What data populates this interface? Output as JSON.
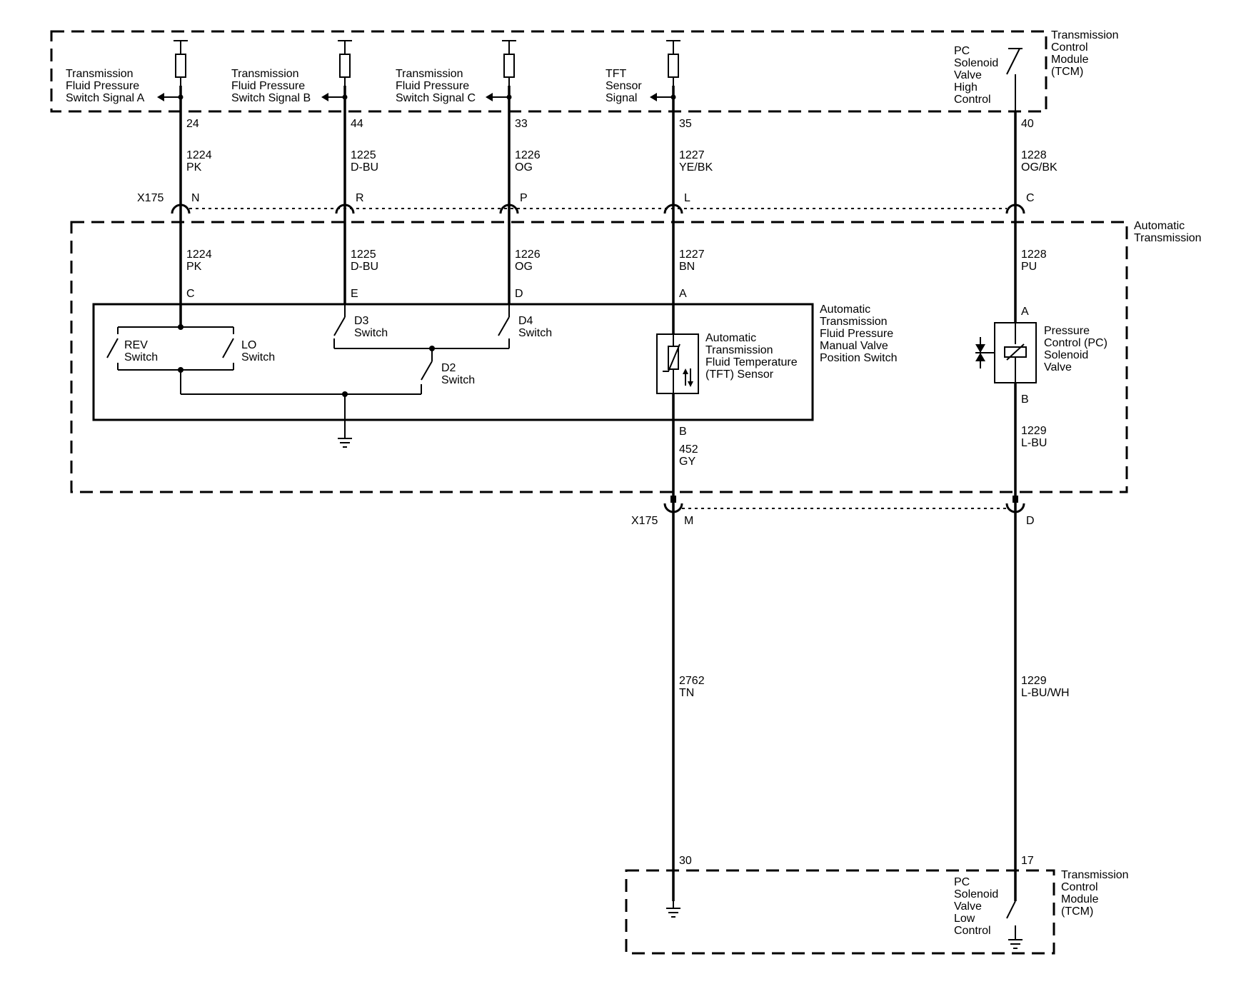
{
  "modules": {
    "tcm_top": [
      "Transmission",
      "Control",
      "Module",
      "(TCM)"
    ],
    "tcm_bottom": [
      "Transmission",
      "Control",
      "Module",
      "(TCM)"
    ],
    "auto_trans": [
      "Automatic",
      "Transmission"
    ],
    "valve_switch": [
      "Automatic",
      "Transmission",
      "Fluid Pressure",
      "Manual Valve",
      "Position Switch"
    ]
  },
  "signals": {
    "a": [
      "Transmission",
      "Fluid Pressure",
      "Switch Signal A"
    ],
    "b": [
      "Transmission",
      "Fluid Pressure",
      "Switch Signal B"
    ],
    "c": [
      "Transmission",
      "Fluid Pressure",
      "Switch Signal C"
    ],
    "tft": [
      "TFT",
      "Sensor",
      "Signal"
    ],
    "pc_high": [
      "PC",
      "Solenoid",
      "Valve",
      "High",
      "Control"
    ],
    "pc_low": [
      "PC",
      "Solenoid",
      "Valve",
      "Low",
      "Control"
    ]
  },
  "connector": {
    "name": "X175"
  },
  "pins": {
    "tcm_top": [
      "24",
      "44",
      "33",
      "35",
      "40"
    ],
    "x175_top": [
      "N",
      "R",
      "P",
      "L",
      "C"
    ],
    "switch": [
      "C",
      "E",
      "D",
      "A"
    ],
    "sensor_b": "B",
    "solenoid": [
      "A",
      "B"
    ],
    "x175_bottom": [
      "M",
      "D"
    ],
    "tcm_bottom": [
      "30",
      "17"
    ]
  },
  "wires": {
    "upper": [
      {
        "circuit": "1224",
        "color": "PK"
      },
      {
        "circuit": "1225",
        "color": "D-BU"
      },
      {
        "circuit": "1226",
        "color": "OG"
      },
      {
        "circuit": "1227",
        "color": "YE/BK"
      },
      {
        "circuit": "1228",
        "color": "OG/BK"
      }
    ],
    "inner": [
      {
        "circuit": "1224",
        "color": "PK"
      },
      {
        "circuit": "1225",
        "color": "D-BU"
      },
      {
        "circuit": "1226",
        "color": "OG"
      },
      {
        "circuit": "1227",
        "color": "BN"
      },
      {
        "circuit": "1228",
        "color": "PU"
      }
    ],
    "sensor_ground": {
      "circuit": "452",
      "color": "GY"
    },
    "solenoid_out": {
      "circuit": "1229",
      "color": "L-BU"
    },
    "lower": [
      {
        "circuit": "2762",
        "color": "TN"
      },
      {
        "circuit": "1229",
        "color": "L-BU/WH"
      }
    ]
  },
  "switches": {
    "rev": [
      "REV",
      "Switch"
    ],
    "lo": [
      "LO",
      "Switch"
    ],
    "d3": [
      "D3",
      "Switch"
    ],
    "d4": [
      "D4",
      "Switch"
    ],
    "d2": [
      "D2",
      "Switch"
    ]
  },
  "components": {
    "tft_sensor": [
      "Automatic",
      "Transmission",
      "Fluid Temperature",
      "(TFT) Sensor"
    ],
    "pc_solenoid": [
      "Pressure",
      "Control (PC)",
      "Solenoid",
      "Valve"
    ]
  }
}
